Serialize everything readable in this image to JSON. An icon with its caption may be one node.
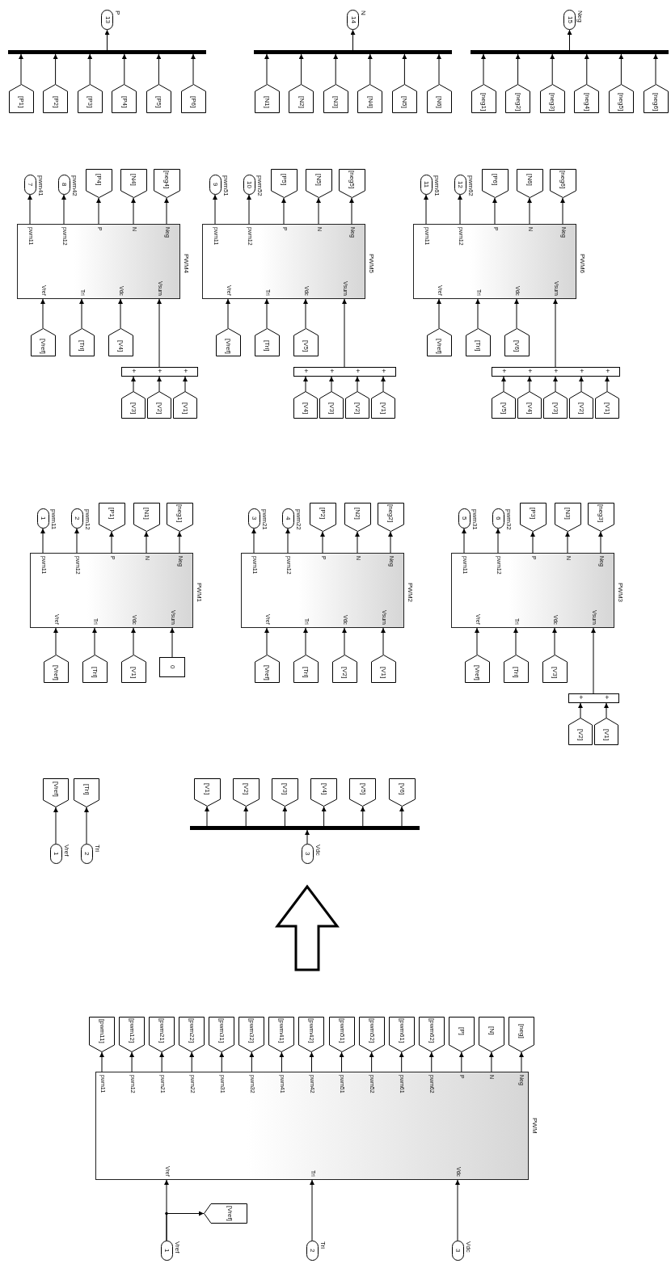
{
  "diagram": {
    "nodes": [
      {
        "text": [
          "13"
        ],
        "beside": [
          "P"
        ]
      },
      {
        "text": [],
        "shape": "bar"
      },
      {
        "text": [
          "[P1]"
        ]
      },
      {
        "text": [
          "[P2]"
        ]
      },
      {
        "text": [
          "[P3]"
        ]
      },
      {
        "text": [
          "[P4]"
        ]
      },
      {
        "text": [
          "[P5]"
        ]
      },
      {
        "text": [
          "[P6]"
        ]
      },
      {
        "text": [
          "14"
        ],
        "beside": [
          "N"
        ]
      },
      {
        "text": [],
        "shape": "bar"
      },
      {
        "text": [
          "[N1]"
        ]
      },
      {
        "text": [
          "[N2]"
        ]
      },
      {
        "text": [
          "[N3]"
        ]
      },
      {
        "text": [
          "[N4]"
        ]
      },
      {
        "text": [
          "[N5]"
        ]
      },
      {
        "text": [
          "[N6]"
        ]
      },
      {
        "text": [
          "15"
        ],
        "beside": [
          "Neg"
        ]
      },
      {
        "text": [],
        "shape": "bar"
      },
      {
        "text": [
          "[neg1]"
        ]
      },
      {
        "text": [
          "[neg2]"
        ]
      },
      {
        "text": [
          "[neg3]"
        ]
      },
      {
        "text": [
          "[neg4]"
        ]
      },
      {
        "text": [
          "[neg5]"
        ]
      },
      {
        "text": [
          "[neg6]"
        ]
      },
      {
        "text": [
          "7"
        ],
        "beside": [
          "pwm41"
        ]
      },
      {
        "text": [
          "8"
        ],
        "beside": [
          "pwm42"
        ]
      },
      {
        "text": [
          "[P4]"
        ]
      },
      {
        "text": [
          "[N4]"
        ]
      },
      {
        "text": [
          "[neg4]"
        ]
      },
      {
        "text": [
          "pwm11",
          "pwm12",
          "P",
          "N",
          "Neg",
          "Vref",
          "Tri",
          "Vdc",
          "Vsum"
        ],
        "beside": [
          "PWM4"
        ]
      },
      {
        "text": [
          "[Vref]"
        ]
      },
      {
        "text": [
          "[Tri]"
        ]
      },
      {
        "text": [
          "[V4]"
        ]
      },
      {
        "text": [
          "+",
          "+",
          "+"
        ]
      },
      {
        "text": [
          "[V3]"
        ]
      },
      {
        "text": [
          "[V2]"
        ]
      },
      {
        "text": [
          "[V1]"
        ]
      },
      {
        "text": [
          "9"
        ],
        "beside": [
          "pwm51"
        ]
      },
      {
        "text": [
          "10"
        ],
        "beside": [
          "pwm52"
        ]
      },
      {
        "text": [
          "[P5]"
        ]
      },
      {
        "text": [
          "[N5]"
        ]
      },
      {
        "text": [
          "[neg5]"
        ]
      },
      {
        "text": [
          "pwm11",
          "pwm12",
          "P",
          "N",
          "Neg",
          "Vref",
          "Tri",
          "Vdc",
          "Vsum"
        ],
        "beside": [
          "PWM5"
        ]
      },
      {
        "text": [
          "[Vref]"
        ]
      },
      {
        "text": [
          "[Tri]"
        ]
      },
      {
        "text": [
          "[V5]"
        ]
      },
      {
        "text": [
          "+",
          "+",
          "+",
          "+"
        ]
      },
      {
        "text": [
          "[V4]"
        ]
      },
      {
        "text": [
          "[V3]"
        ]
      },
      {
        "text": [
          "[V2]"
        ]
      },
      {
        "text": [
          "[V1]"
        ]
      },
      {
        "text": [
          "11"
        ],
        "beside": [
          "pwm61"
        ]
      },
      {
        "text": [
          "12"
        ],
        "beside": [
          "pwm62"
        ]
      },
      {
        "text": [
          "[P6]"
        ]
      },
      {
        "text": [
          "[N6]"
        ]
      },
      {
        "text": [
          "[neg6]"
        ]
      },
      {
        "text": [
          "pwm11",
          "pwm12",
          "P",
          "N",
          "Neg",
          "Vref",
          "Tri",
          "Vdc",
          "Vsum"
        ],
        "beside": [
          "PWM6"
        ]
      },
      {
        "text": [
          "[Vref]"
        ]
      },
      {
        "text": [
          "[Tri]"
        ]
      },
      {
        "text": [
          "[V6]"
        ]
      },
      {
        "text": [
          "+",
          "+",
          "+",
          "+",
          "+"
        ]
      },
      {
        "text": [
          "[V5]"
        ]
      },
      {
        "text": [
          "[V4]"
        ]
      },
      {
        "text": [
          "[V3]"
        ]
      },
      {
        "text": [
          "[V2]"
        ]
      },
      {
        "text": [
          "[V1]"
        ]
      },
      {
        "text": [
          "1"
        ],
        "beside": [
          "pwm11"
        ]
      },
      {
        "text": [
          "2"
        ],
        "beside": [
          "pwm12"
        ]
      },
      {
        "text": [
          "[P1]"
        ]
      },
      {
        "text": [
          "[N1]"
        ]
      },
      {
        "text": [
          "[neg1]"
        ]
      },
      {
        "text": [
          "pwm11",
          "pwm12",
          "P",
          "N",
          "Neg",
          "Vref",
          "Tri",
          "Vdc",
          "Vsum"
        ],
        "beside": [
          "PWM1"
        ]
      },
      {
        "text": [
          "[Vref]"
        ]
      },
      {
        "text": [
          "[Tri]"
        ]
      },
      {
        "text": [
          "[V1]"
        ]
      },
      {
        "text": [
          "0"
        ]
      },
      {
        "text": [
          "3"
        ],
        "beside": [
          "pwm21"
        ]
      },
      {
        "text": [
          "4"
        ],
        "beside": [
          "pwm22"
        ]
      },
      {
        "text": [
          "[P2]"
        ]
      },
      {
        "text": [
          "[N2]"
        ]
      },
      {
        "text": [
          "[neg2]"
        ]
      },
      {
        "text": [
          "pwm11",
          "pwm12",
          "P",
          "N",
          "Neg",
          "Vref",
          "Tri",
          "Vdc",
          "Vsum"
        ],
        "beside": [
          "PWM2"
        ]
      },
      {
        "text": [
          "[Vref]"
        ]
      },
      {
        "text": [
          "[Tri]"
        ]
      },
      {
        "text": [
          "[V2]"
        ]
      },
      {
        "text": [
          "[V1]"
        ]
      },
      {
        "text": [
          "5"
        ],
        "beside": [
          "pwm31"
        ]
      },
      {
        "text": [
          "6"
        ],
        "beside": [
          "pwm32"
        ]
      },
      {
        "text": [
          "[P3]"
        ]
      },
      {
        "text": [
          "[N3]"
        ]
      },
      {
        "text": [
          "[neg3]"
        ]
      },
      {
        "text": [
          "pwm11",
          "pwm12",
          "P",
          "N",
          "Neg",
          "Vref",
          "Tri",
          "Vdc",
          "Vsum"
        ],
        "beside": [
          "PWM3"
        ]
      },
      {
        "text": [
          "[Vref]"
        ]
      },
      {
        "text": [
          "[Tri]"
        ]
      },
      {
        "text": [
          "[V3]"
        ]
      },
      {
        "text": [
          "+",
          "+"
        ]
      },
      {
        "text": [
          "[V2]"
        ]
      },
      {
        "text": [
          "[V1]"
        ]
      },
      {
        "text": [
          "[Vref]"
        ]
      },
      {
        "text": [
          "[Tri]"
        ]
      },
      {
        "text": [
          "[V1]"
        ]
      },
      {
        "text": [
          "[V2]"
        ]
      },
      {
        "text": [
          "[V3]"
        ]
      },
      {
        "text": [
          "[V4]"
        ]
      },
      {
        "text": [
          "[V5]"
        ]
      },
      {
        "text": [
          "[V6]"
        ]
      },
      {
        "text": [],
        "shape": "bar"
      },
      {
        "text": [
          "1"
        ],
        "beside": [
          "Vref"
        ]
      },
      {
        "text": [
          "2"
        ],
        "beside": [
          "Tri"
        ]
      },
      {
        "text": [
          "3"
        ],
        "beside": [
          "Vdc"
        ]
      },
      {
        "text": [
          "[pwm11]"
        ]
      },
      {
        "text": [
          "[pwm12]"
        ]
      },
      {
        "text": [
          "[pwm21]"
        ]
      },
      {
        "text": [
          "[pwm22]"
        ]
      },
      {
        "text": [
          "[pwm31]"
        ]
      },
      {
        "text": [
          "[pwm32]"
        ]
      },
      {
        "text": [
          "[pwm41]"
        ]
      },
      {
        "text": [
          "[pwm42]"
        ]
      },
      {
        "text": [
          "[pwm51]"
        ]
      },
      {
        "text": [
          "[pwm52]"
        ]
      },
      {
        "text": [
          "[pwm61]"
        ]
      },
      {
        "text": [
          "[pwm62]"
        ]
      },
      {
        "text": [
          "[P]"
        ]
      },
      {
        "text": [
          "[N]"
        ]
      },
      {
        "text": [
          "[neg]"
        ]
      },
      {
        "text": [
          "pwm11",
          "pwm12",
          "pwm21",
          "pwm22",
          "pwm31",
          "pwm32",
          "pwm41",
          "pwm42",
          "pwm51",
          "pwm52",
          "pwm61",
          "pwm62",
          "P",
          "N",
          "Neg",
          "Vref",
          "Tri",
          "Vdc"
        ],
        "beside": [
          "PWM"
        ]
      },
      {
        "text": [
          "[Vref]"
        ]
      },
      {
        "text": [
          "1"
        ],
        "beside": [
          "Vref"
        ]
      },
      {
        "text": [
          "2"
        ],
        "beside": [
          "Tri"
        ]
      },
      {
        "text": [
          "3"
        ],
        "beside": [
          "Vdc"
        ]
      }
    ],
    "edges": [
      {
        "from": 2,
        "to": 1,
        "arrow": "to"
      },
      {
        "from": 3,
        "to": 1,
        "arrow": "to"
      },
      {
        "from": 4,
        "to": 1,
        "arrow": "to"
      },
      {
        "from": 5,
        "to": 1,
        "arrow": "to"
      },
      {
        "from": 6,
        "to": 1,
        "arrow": "to"
      },
      {
        "from": 7,
        "to": 1,
        "arrow": "to"
      },
      {
        "from": 1,
        "to": 0,
        "arrow": "to"
      },
      {
        "from": 10,
        "to": 9,
        "arrow": "to"
      },
      {
        "from": 11,
        "to": 9,
        "arrow": "to"
      },
      {
        "from": 12,
        "to": 9,
        "arrow": "to"
      },
      {
        "from": 13,
        "to": 9,
        "arrow": "to"
      },
      {
        "from": 14,
        "to": 9,
        "arrow": "to"
      },
      {
        "from": 15,
        "to": 9,
        "arrow": "to"
      },
      {
        "from": 9,
        "to": 8,
        "arrow": "to"
      },
      {
        "from": 18,
        "to": 17,
        "arrow": "to"
      },
      {
        "from": 19,
        "to": 17,
        "arrow": "to"
      },
      {
        "from": 20,
        "to": 17,
        "arrow": "to"
      },
      {
        "from": 21,
        "to": 17,
        "arrow": "to"
      },
      {
        "from": 22,
        "to": 17,
        "arrow": "to"
      },
      {
        "from": 23,
        "to": 17,
        "arrow": "to"
      },
      {
        "from": 17,
        "to": 16,
        "arrow": "to"
      },
      {
        "from": 29,
        "to": 24,
        "arrow": "to"
      },
      {
        "from": 29,
        "to": 25,
        "arrow": "to"
      },
      {
        "from": 29,
        "to": 26,
        "arrow": "to"
      },
      {
        "from": 29,
        "to": 27,
        "arrow": "to"
      },
      {
        "from": 29,
        "to": 28,
        "arrow": "to"
      },
      {
        "from": 30,
        "to": 29,
        "arrow": "to"
      },
      {
        "from": 31,
        "to": 29,
        "arrow": "to"
      },
      {
        "from": 32,
        "to": 29,
        "arrow": "to"
      },
      {
        "from": 34,
        "to": 33,
        "arrow": "to"
      },
      {
        "from": 35,
        "to": 33,
        "arrow": "to"
      },
      {
        "from": 36,
        "to": 33,
        "arrow": "to"
      },
      {
        "from": 33,
        "to": 29,
        "arrow": "to"
      },
      {
        "from": 42,
        "to": 37,
        "arrow": "to"
      },
      {
        "from": 42,
        "to": 38,
        "arrow": "to"
      },
      {
        "from": 42,
        "to": 39,
        "arrow": "to"
      },
      {
        "from": 42,
        "to": 40,
        "arrow": "to"
      },
      {
        "from": 42,
        "to": 41,
        "arrow": "to"
      },
      {
        "from": 43,
        "to": 42,
        "arrow": "to"
      },
      {
        "from": 44,
        "to": 42,
        "arrow": "to"
      },
      {
        "from": 45,
        "to": 42,
        "arrow": "to"
      },
      {
        "from": 47,
        "to": 46,
        "arrow": "to"
      },
      {
        "from": 48,
        "to": 46,
        "arrow": "to"
      },
      {
        "from": 49,
        "to": 46,
        "arrow": "to"
      },
      {
        "from": 50,
        "to": 46,
        "arrow": "to"
      },
      {
        "from": 46,
        "to": 42,
        "arrow": "to"
      },
      {
        "from": 56,
        "to": 51,
        "arrow": "to"
      },
      {
        "from": 56,
        "to": 52,
        "arrow": "to"
      },
      {
        "from": 56,
        "to": 53,
        "arrow": "to"
      },
      {
        "from": 56,
        "to": 54,
        "arrow": "to"
      },
      {
        "from": 56,
        "to": 55,
        "arrow": "to"
      },
      {
        "from": 57,
        "to": 56,
        "arrow": "to"
      },
      {
        "from": 58,
        "to": 56,
        "arrow": "to"
      },
      {
        "from": 59,
        "to": 56,
        "arrow": "to"
      },
      {
        "from": 61,
        "to": 60,
        "arrow": "to"
      },
      {
        "from": 62,
        "to": 60,
        "arrow": "to"
      },
      {
        "from": 63,
        "to": 60,
        "arrow": "to"
      },
      {
        "from": 64,
        "to": 60,
        "arrow": "to"
      },
      {
        "from": 65,
        "to": 60,
        "arrow": "to"
      },
      {
        "from": 60,
        "to": 56,
        "arrow": "to"
      },
      {
        "from": 71,
        "to": 66,
        "arrow": "to"
      },
      {
        "from": 71,
        "to": 67,
        "arrow": "to"
      },
      {
        "from": 71,
        "to": 68,
        "arrow": "to"
      },
      {
        "from": 71,
        "to": 69,
        "arrow": "to"
      },
      {
        "from": 71,
        "to": 70,
        "arrow": "to"
      },
      {
        "from": 72,
        "to": 71,
        "arrow": "to"
      },
      {
        "from": 73,
        "to": 71,
        "arrow": "to"
      },
      {
        "from": 74,
        "to": 71,
        "arrow": "to"
      },
      {
        "from": 75,
        "to": 71,
        "arrow": "to"
      },
      {
        "from": 81,
        "to": 76,
        "arrow": "to"
      },
      {
        "from": 81,
        "to": 77,
        "arrow": "to"
      },
      {
        "from": 81,
        "to": 78,
        "arrow": "to"
      },
      {
        "from": 81,
        "to": 79,
        "arrow": "to"
      },
      {
        "from": 81,
        "to": 80,
        "arrow": "to"
      },
      {
        "from": 82,
        "to": 81,
        "arrow": "to"
      },
      {
        "from": 83,
        "to": 81,
        "arrow": "to"
      },
      {
        "from": 84,
        "to": 81,
        "arrow": "to"
      },
      {
        "from": 85,
        "to": 81,
        "arrow": "to"
      },
      {
        "from": 91,
        "to": 86,
        "arrow": "to"
      },
      {
        "from": 91,
        "to": 87,
        "arrow": "to"
      },
      {
        "from": 91,
        "to": 88,
        "arrow": "to"
      },
      {
        "from": 91,
        "to": 89,
        "arrow": "to"
      },
      {
        "from": 91,
        "to": 90,
        "arrow": "to"
      },
      {
        "from": 92,
        "to": 91,
        "arrow": "to"
      },
      {
        "from": 93,
        "to": 91,
        "arrow": "to"
      },
      {
        "from": 94,
        "to": 91,
        "arrow": "to"
      },
      {
        "from": 96,
        "to": 95,
        "arrow": "to"
      },
      {
        "from": 97,
        "to": 95,
        "arrow": "to"
      },
      {
        "from": 95,
        "to": 91,
        "arrow": "to"
      },
      {
        "from": 107,
        "to": 98,
        "arrow": "to"
      },
      {
        "from": 108,
        "to": 99,
        "arrow": "to"
      },
      {
        "from": 109,
        "to": 106,
        "arrow": "to"
      },
      {
        "from": 106,
        "to": 100,
        "arrow": "to"
      },
      {
        "from": 106,
        "to": 101,
        "arrow": "to"
      },
      {
        "from": 106,
        "to": 102,
        "arrow": "to"
      },
      {
        "from": 106,
        "to": 103,
        "arrow": "to"
      },
      {
        "from": 106,
        "to": 104,
        "arrow": "to"
      },
      {
        "from": 106,
        "to": 105,
        "arrow": "to"
      },
      {
        "from": 125,
        "to": 110,
        "arrow": "to"
      },
      {
        "from": 125,
        "to": 111,
        "arrow": "to"
      },
      {
        "from": 125,
        "to": 112,
        "arrow": "to"
      },
      {
        "from": 125,
        "to": 113,
        "arrow": "to"
      },
      {
        "from": 125,
        "to": 114,
        "arrow": "to"
      },
      {
        "from": 125,
        "to": 115,
        "arrow": "to"
      },
      {
        "from": 125,
        "to": 116,
        "arrow": "to"
      },
      {
        "from": 125,
        "to": 117,
        "arrow": "to"
      },
      {
        "from": 125,
        "to": 118,
        "arrow": "to"
      },
      {
        "from": 125,
        "to": 119,
        "arrow": "to"
      },
      {
        "from": 125,
        "to": 120,
        "arrow": "to"
      },
      {
        "from": 125,
        "to": 121,
        "arrow": "to"
      },
      {
        "from": 125,
        "to": 122,
        "arrow": "to"
      },
      {
        "from": 125,
        "to": 123,
        "arrow": "to"
      },
      {
        "from": 125,
        "to": 124,
        "arrow": "to"
      },
      {
        "from": 127,
        "to": 125,
        "arrow": "to"
      },
      {
        "from": 128,
        "to": 125,
        "arrow": "to"
      },
      {
        "from": 129,
        "to": 125,
        "arrow": "to"
      },
      {
        "from": 127,
        "to": 126,
        "arrow": "to"
      }
    ]
  }
}
